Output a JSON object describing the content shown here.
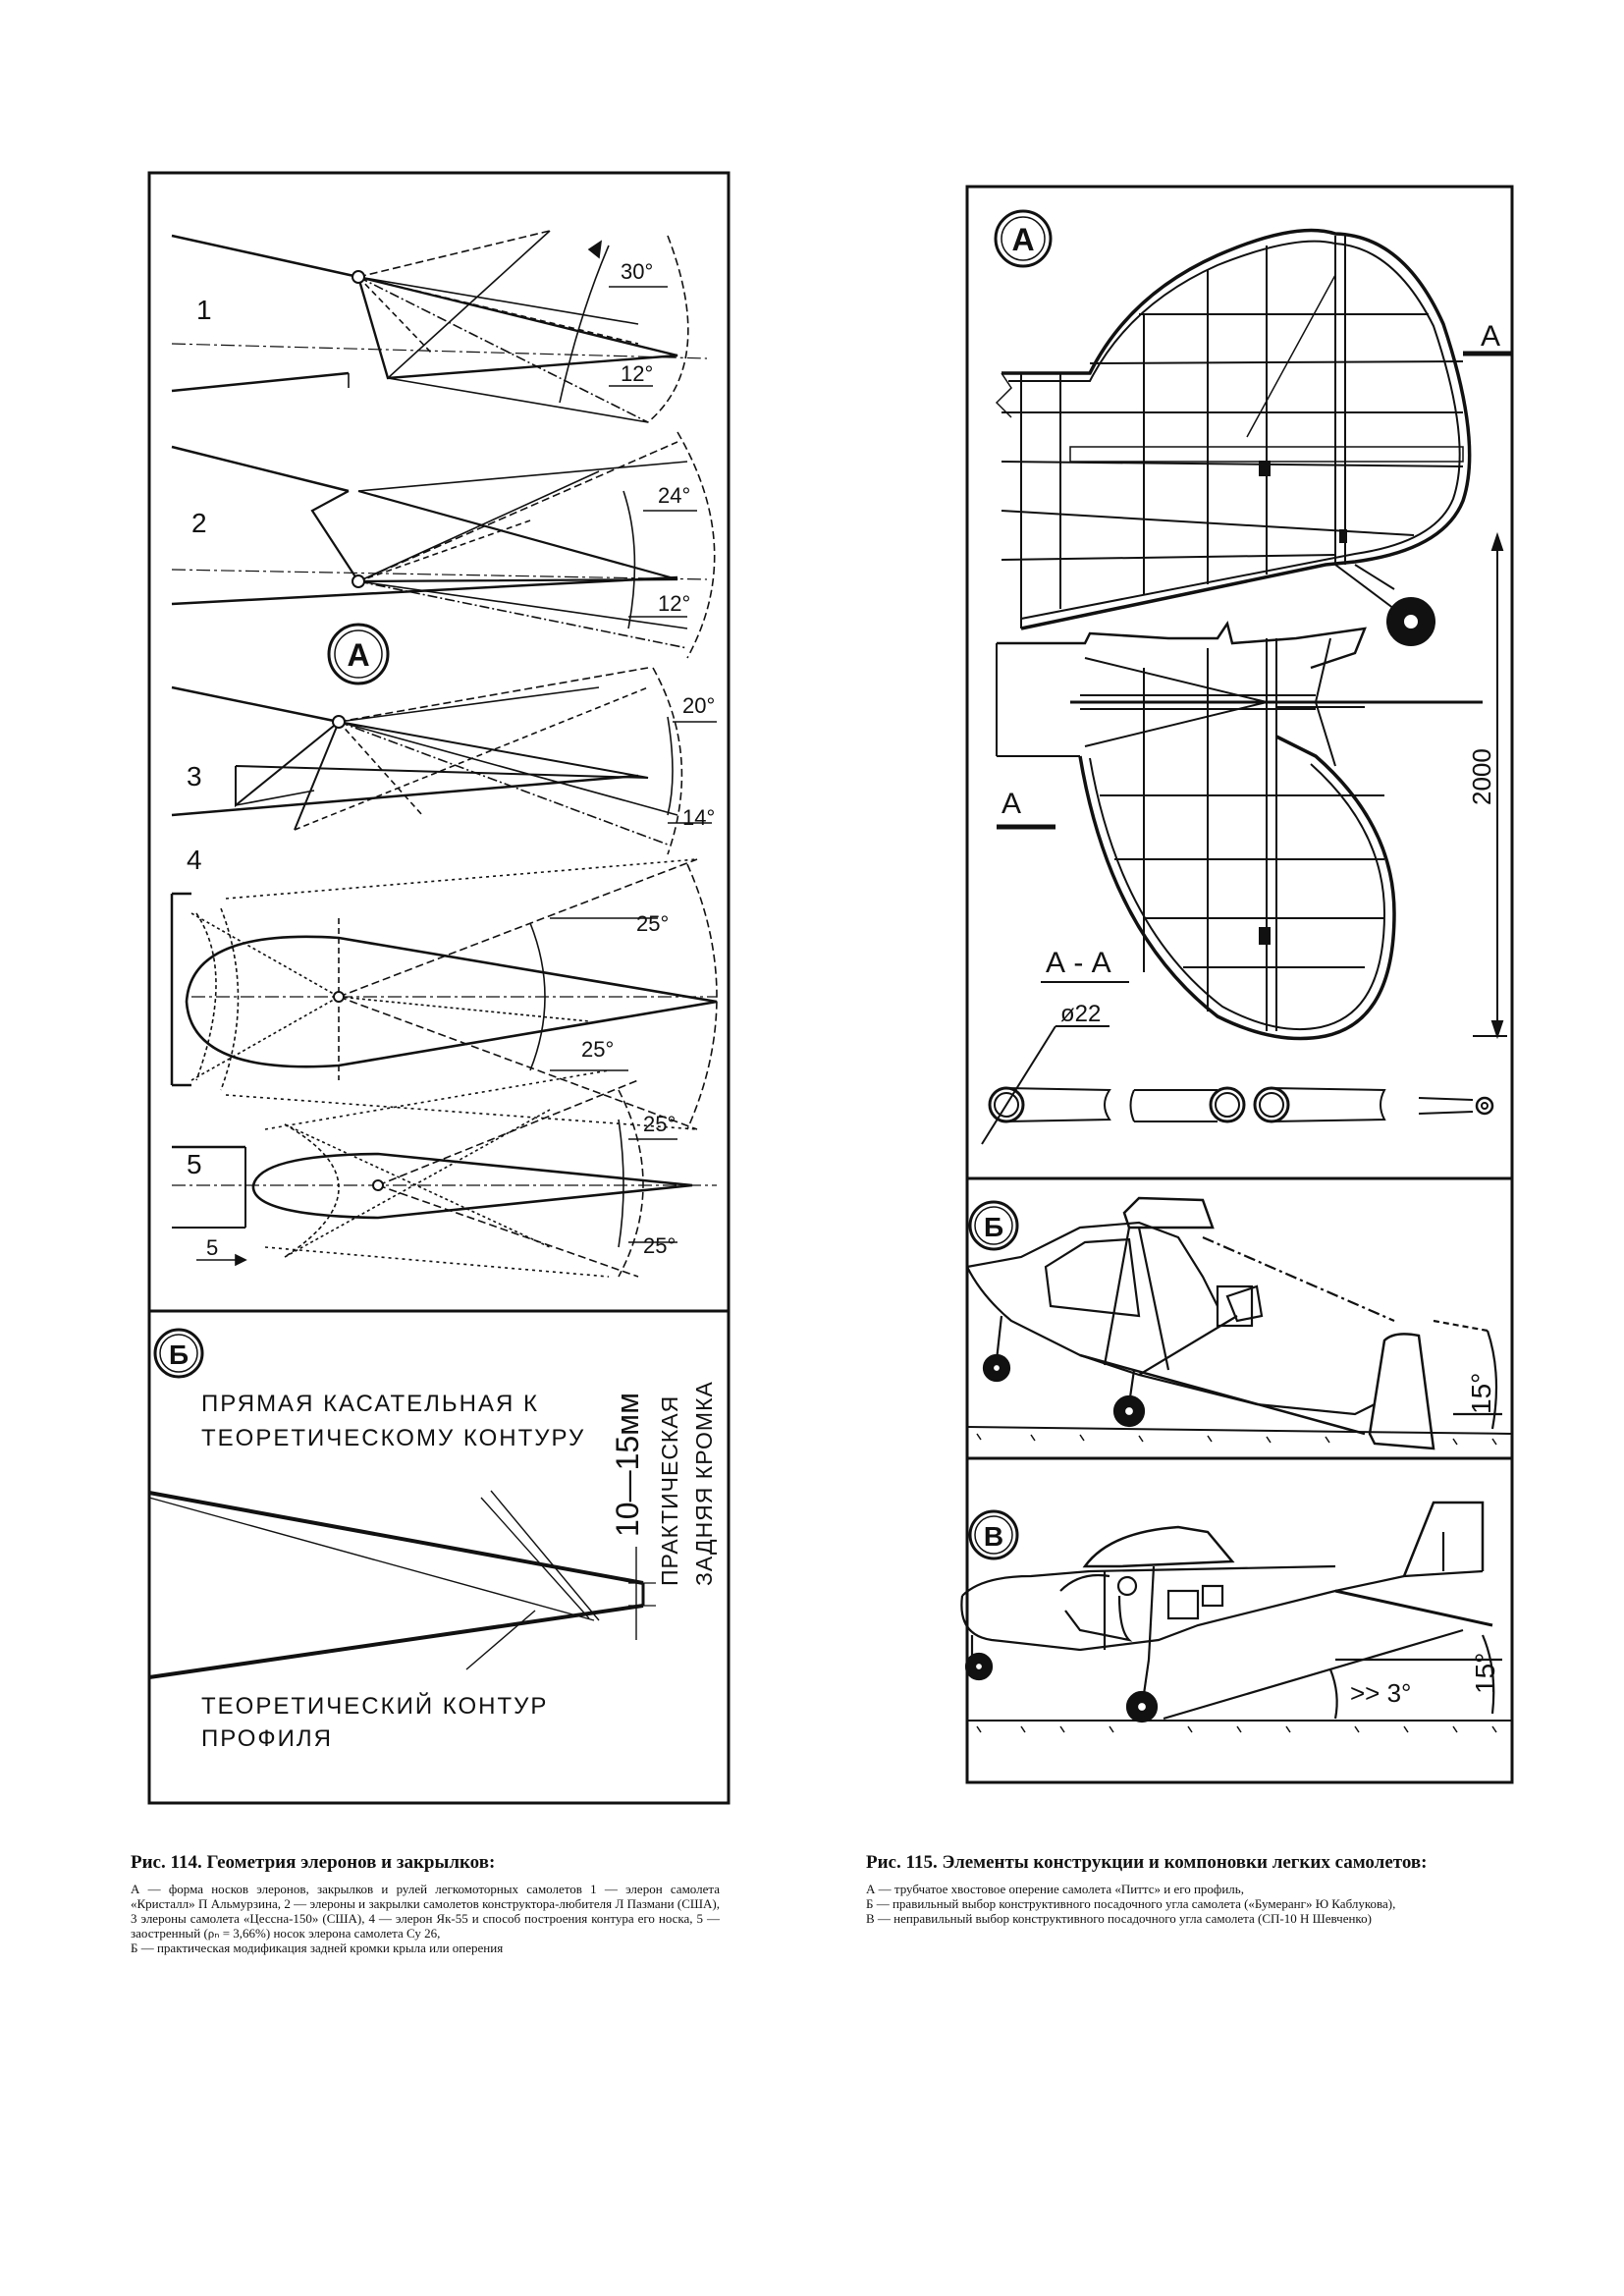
{
  "fig114": {
    "markers": {
      "a": "А",
      "b": "Б"
    },
    "items": [
      "1",
      "2",
      "3",
      "4",
      "5"
    ],
    "angles": {
      "a1_up": "30°",
      "a1_dn": "12°",
      "a2_up": "24°",
      "a2_dn": "12°",
      "a3_up": "20°",
      "a3_dn": "14°",
      "a4_up": "25°",
      "a4_dn": "25°",
      "a5_up": "25°",
      "a5_dn": "25°"
    },
    "dim5": "5",
    "b_panel": {
      "tangent_line1": "ПРЯМАЯ КАСАТЕЛЬНАЯ К",
      "tangent_line2": "ТЕОРЕТИЧЕСКОМУ КОНТУРУ",
      "contour_line1": "ТЕОРЕТИЧЕСКИЙ КОНТУР",
      "contour_line2": "ПРОФИЛЯ",
      "dim": "10—15мм",
      "edge_line1": "ПРАКТИЧЕСКАЯ",
      "edge_line2": "ЗАДНЯЯ КРОМКА"
    },
    "caption": {
      "title": "Рис. 114. Геометрия элеронов и закрылков:",
      "p1": "А — форма носков элеронов, закрылков и рулей легкомоторных самолетов 1 — элерон самолета «Кристалл» П Альмурзина, 2 — элероны и закрылки самолетов конструктора-любителя Л Пазмани (США), 3 элероны самолета «Цессна-150» (США), 4 — элерон Як-55 и способ построения контура его носка, 5 — заостренный (ρₙ = 3,66%) носок элерона самолета Су 26,",
      "p2": "Б — практическая модификация задней кромки крыла или оперения"
    }
  },
  "fig115": {
    "markers": {
      "a": "А",
      "b": "Б",
      "v": "В"
    },
    "section_mark": "А",
    "section_title": "А - А",
    "dim_span": "2000",
    "dia": "ø22",
    "angle_b": "15°",
    "angle_v": "15°",
    "angle_v_small": ">> 3°",
    "caption": {
      "title": "Рис. 115. Элементы конструкции и компоновки легких самолетов:",
      "p1": "А — трубчатое хвостовое оперение самолета «Питтс» и его профиль,",
      "p2": "Б — правильный выбор конструктивного посадочного угла самолета («Бумеранг» Ю Каблукова),",
      "p3": "В — неправильный выбор конструктивного посадочного угла самолета (СП-10 Н Шевченко)"
    }
  }
}
